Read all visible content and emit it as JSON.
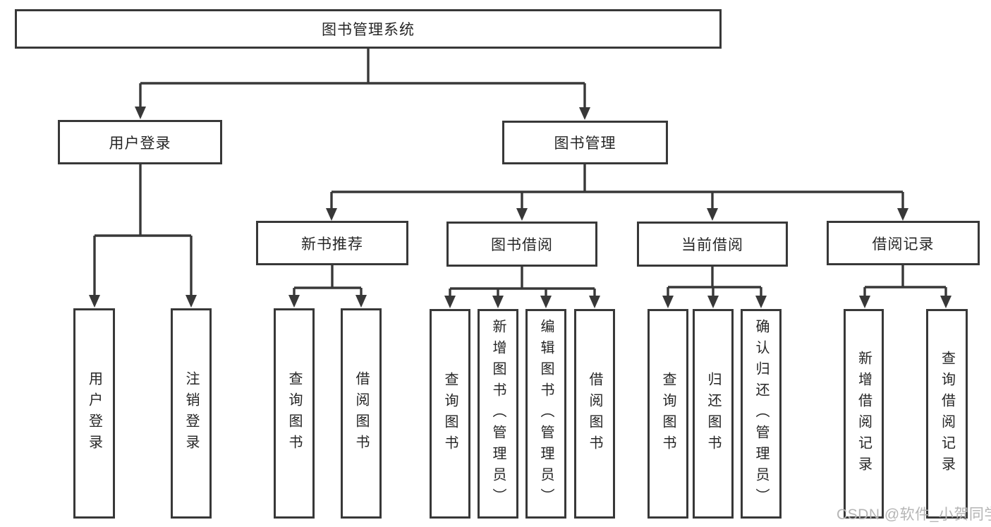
{
  "diagram_title": "图书管理系统",
  "colors": {
    "line": "#383838",
    "box_border": "#383838",
    "box_fill": "#ffffff",
    "text": "#262626",
    "watermark": "#b5b5b5"
  },
  "tree": {
    "root": {
      "label": "图书管理系统",
      "children": [
        {
          "label": "用户登录",
          "children": [
            {
              "label": "用户登录"
            },
            {
              "label": "注销登录"
            }
          ]
        },
        {
          "label": "图书管理",
          "children": [
            {
              "label": "新书推荐",
              "children": [
                {
                  "label": "查询图书"
                },
                {
                  "label": "借阅图书"
                }
              ]
            },
            {
              "label": "图书借阅",
              "children": [
                {
                  "label": "查询图书"
                },
                {
                  "label": "新增图书（管理员）"
                },
                {
                  "label": "编辑图书（管理员）"
                },
                {
                  "label": "借阅图书"
                }
              ]
            },
            {
              "label": "当前借阅",
              "children": [
                {
                  "label": "查询图书"
                },
                {
                  "label": "归还图书"
                },
                {
                  "label": "确认归还（管理员）"
                }
              ]
            },
            {
              "label": "借阅记录",
              "children": [
                {
                  "label": "新增借阅记录"
                },
                {
                  "label": "查询借阅记录"
                }
              ]
            }
          ]
        }
      ]
    }
  },
  "watermark": {
    "text": "CSDN @软件_小贺同学"
  }
}
